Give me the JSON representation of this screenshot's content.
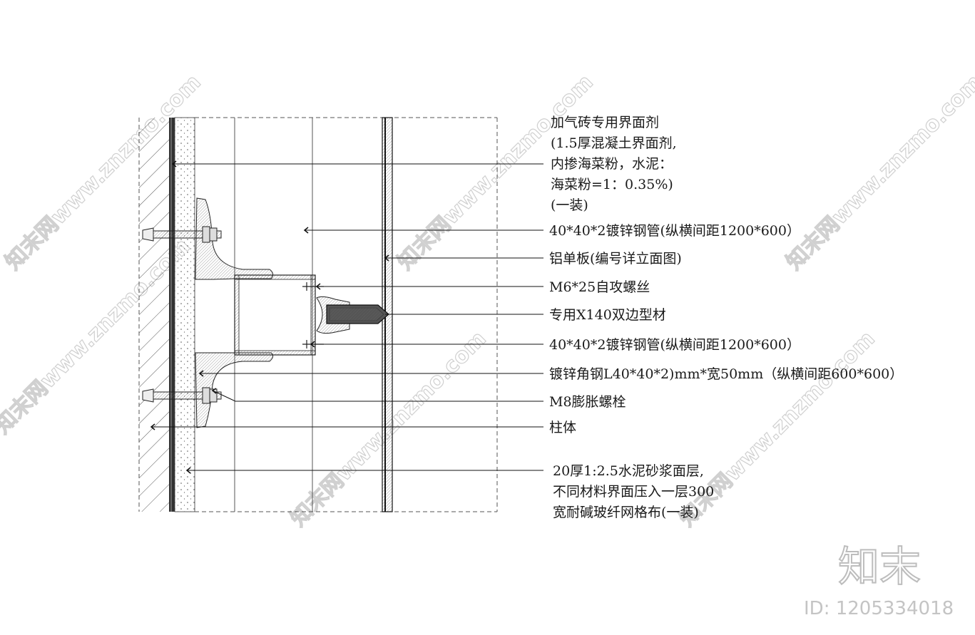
{
  "watermark": {
    "text": "知末网www.znzmo.com"
  },
  "brand": {
    "logo_text": "知末",
    "id_label": "ID: 1205334018"
  },
  "labels": {
    "interface_agent": [
      "加气砖专用界面剂",
      "(1.5厚混凝土界面剂,",
      "内掺海菜粉，水泥：",
      "海菜粉=1：0.35%)",
      "(一装)"
    ],
    "steel_pipe_top": "40*40*2镀锌钢管(纵横间距1200*600）",
    "aluminum_panel": "铝单板(编号详立面图)",
    "self_tapping_screw": "M6*25自攻螺丝",
    "profile": "专用X140双边型材",
    "steel_pipe_bottom": "40*40*2镀锌钢管(纵横间距1200*600）",
    "angle_steel": "镀锌角钢L40*40*2)mm*宽50mm（纵横间距600*600）",
    "expansion_bolt": "M8膨胀螺栓",
    "column": "柱体",
    "mortar_layer": [
      "20厚1:2.5水泥砂浆面层,",
      "不同材料界面压入一层300",
      "宽耐碱玻纤网格布(一装)"
    ]
  }
}
